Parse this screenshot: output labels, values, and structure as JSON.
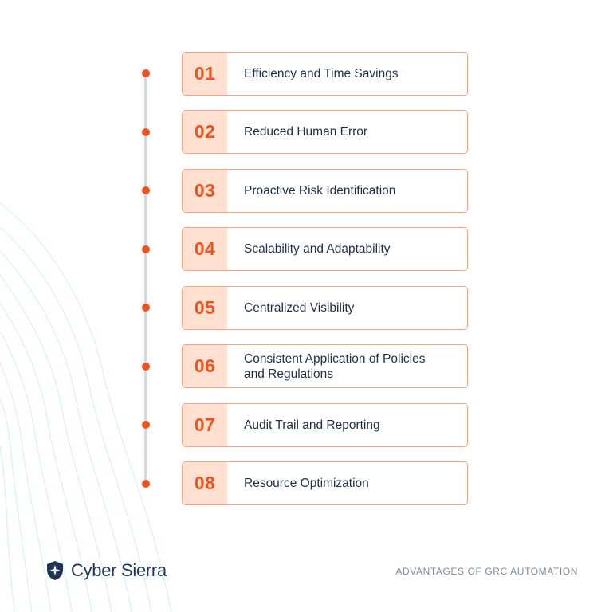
{
  "items": [
    {
      "number": "01",
      "label": "Efficiency and Time Savings"
    },
    {
      "number": "02",
      "label": "Reduced Human Error"
    },
    {
      "number": "03",
      "label": "Proactive Risk Identification"
    },
    {
      "number": "04",
      "label": "Scalability and Adaptability"
    },
    {
      "number": "05",
      "label": "Centralized Visibility"
    },
    {
      "number": "06",
      "label": "Consistent Application of Policies and Regulations"
    },
    {
      "number": "07",
      "label": "Audit Trail and Reporting"
    },
    {
      "number": "08",
      "label": "Resource Optimization"
    }
  ],
  "brand": {
    "name": "Cyber Sierra",
    "icon": "shield-star-icon"
  },
  "footer": {
    "title": "ADVANTAGES OF GRC AUTOMATION"
  },
  "colors": {
    "accent": "#f0521e",
    "number_bg": "#ffe0d1",
    "border": "#f5a383",
    "text": "#1f2e45",
    "brand": "#1f3558"
  }
}
